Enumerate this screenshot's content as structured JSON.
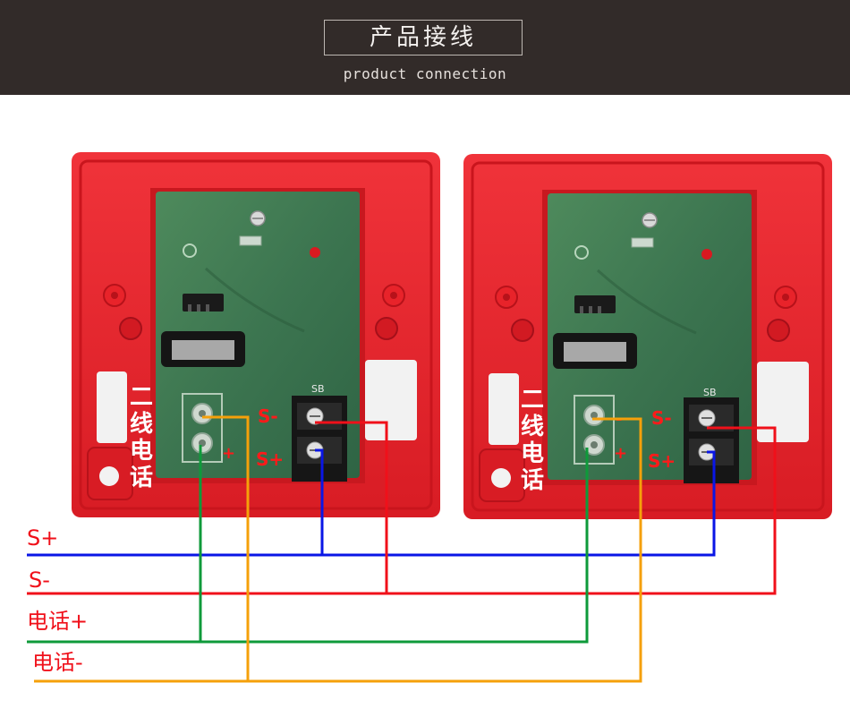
{
  "header": {
    "title": "产品接线",
    "subtitle": "product connection"
  },
  "device": {
    "two_wire_phone_label": [
      "二",
      "线",
      "电",
      "话"
    ],
    "terminal_sb_label": "SB",
    "terminal_s_plus": "S+",
    "terminal_s_minus": "S-",
    "phone_plus_mark": "+",
    "phone_minus_mark": "-"
  },
  "wires": {
    "s_plus": "S+",
    "s_minus": "S-",
    "phone_plus": "电话+",
    "phone_minus": "电话-"
  },
  "colors": {
    "header_bg": "#322b29",
    "housing_red": "#e8232a",
    "pcb_green": "#3f7a4e",
    "wire_s_plus": "#0a16e6",
    "wire_s_minus": "#f0101a",
    "wire_phone_plus": "#0e9a3a",
    "wire_phone_minus": "#f5a00a"
  }
}
